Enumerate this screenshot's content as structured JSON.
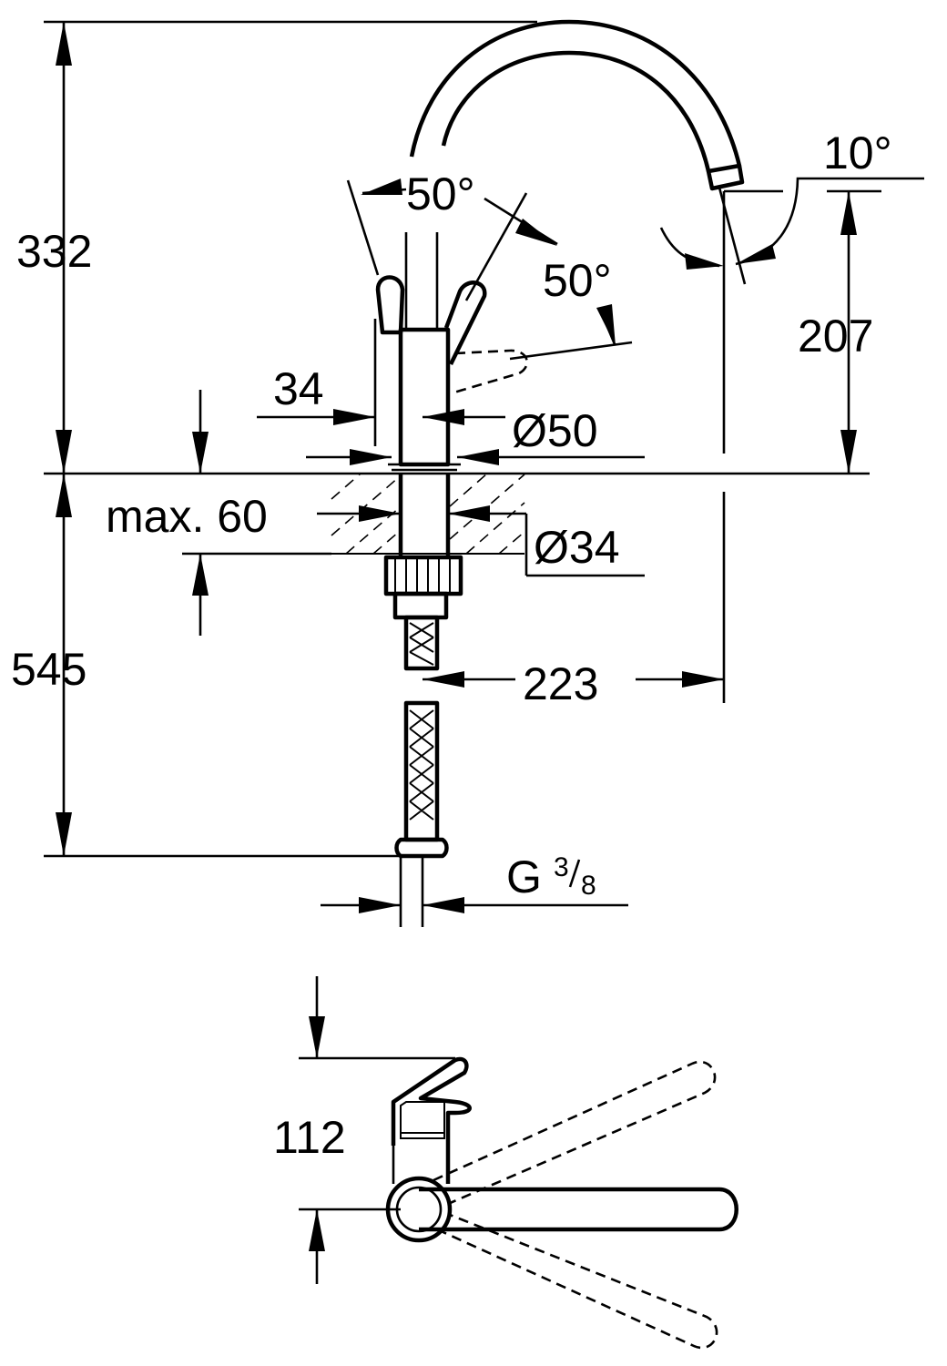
{
  "dimensions": {
    "total_height": "332",
    "spout_height": "207",
    "spout_tilt": "10°",
    "lever_left_angle": "50°",
    "lever_right_angle": "50°",
    "lever_offset": "34",
    "body_diameter": "Ø50",
    "max_countertop": "max. 60",
    "hole_diameter": "Ø34",
    "hose_length": "545",
    "spout_reach": "223",
    "thread_prefix": "G",
    "thread_num": "3",
    "thread_den": "8",
    "top_view_depth": "112"
  },
  "icons": [
    "dimension-arrow",
    "faucet-side-view",
    "faucet-top-view",
    "countertop-hatch"
  ]
}
